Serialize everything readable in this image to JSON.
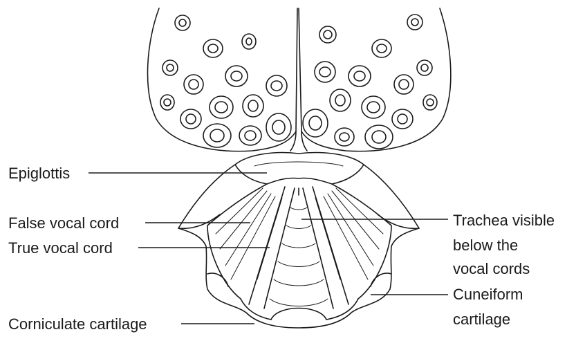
{
  "labels": {
    "epiglottis": "Epiglottis",
    "false_vocal_cord": "False vocal cord",
    "true_vocal_cord": "True vocal cord",
    "corniculate_cartilage": "Corniculate cartilage",
    "trachea_line1": "Trachea visible",
    "trachea_line2": "below the",
    "trachea_line3": "vocal cords",
    "cuneiform_line1": "Cuneiform",
    "cuneiform_line2": "cartilage"
  },
  "colors": {
    "ink": "#1a1a1a",
    "background": "#ffffff"
  }
}
